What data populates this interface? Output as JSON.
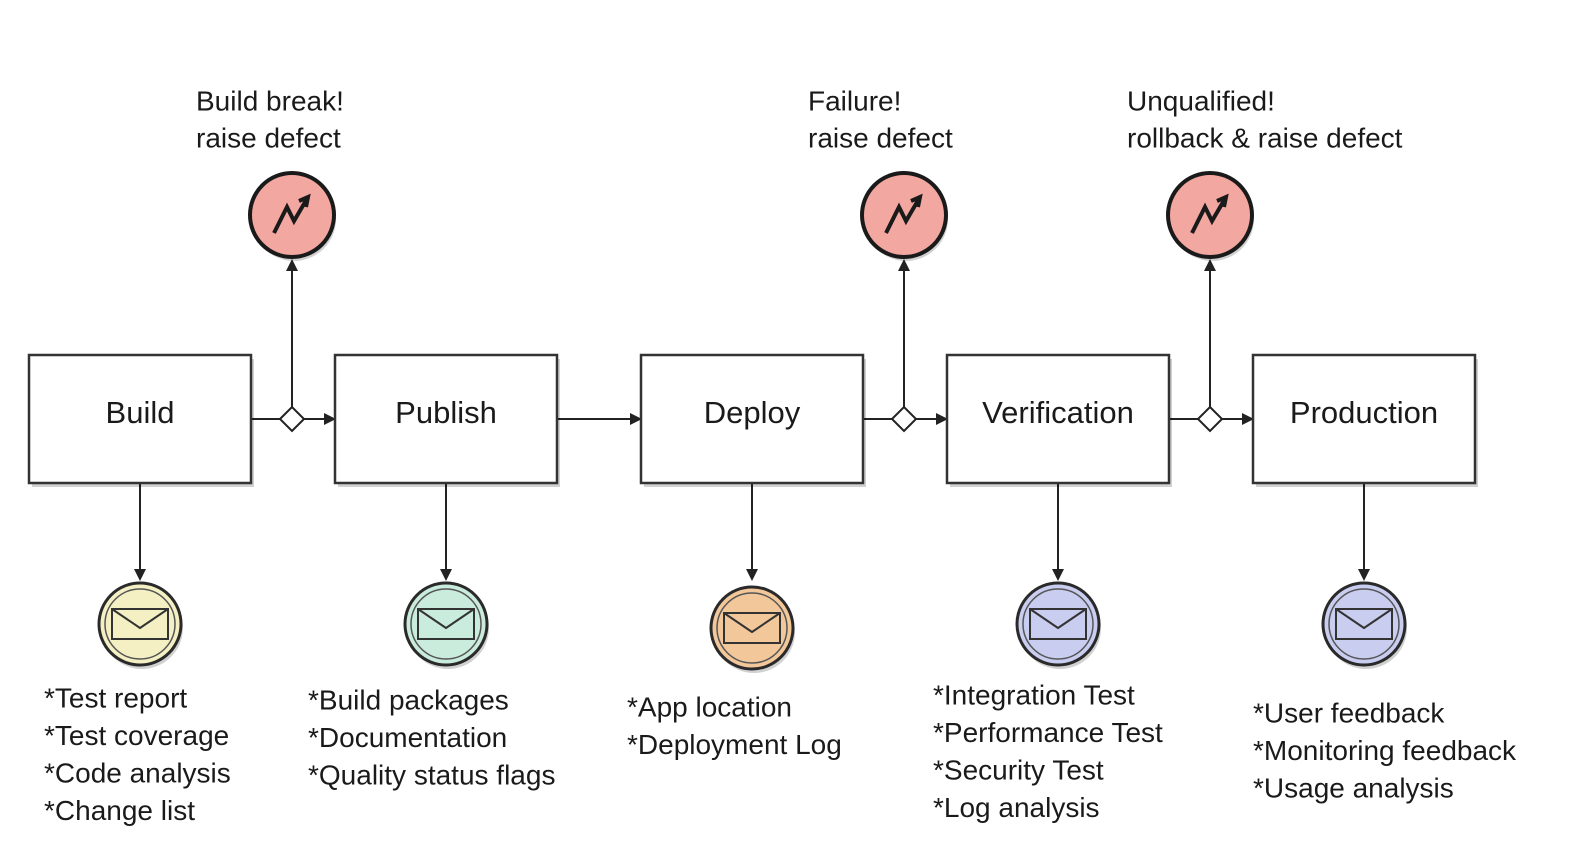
{
  "stages": [
    {
      "label": "Build",
      "artifacts": [
        "*Test report",
        "*Test coverage",
        "*Code analysis",
        "*Change list"
      ],
      "mail_color": "#f4f0c4"
    },
    {
      "label": "Publish",
      "artifacts": [
        "*Build packages",
        "*Documentation",
        "*Quality status flags"
      ],
      "mail_color": "#c9ecdc"
    },
    {
      "label": "Deploy",
      "artifacts": [
        "*App location",
        "*Deployment Log"
      ],
      "mail_color": "#f2c89b"
    },
    {
      "label": "Verification",
      "artifacts": [
        "*Integration Test",
        "*Performance Test",
        "*Security Test",
        "*Log analysis"
      ],
      "mail_color": "#c9cdf0"
    },
    {
      "label": "Production",
      "artifacts": [
        "*User feedback",
        "*Monitoring feedback",
        "*Usage analysis"
      ],
      "mail_color": "#c9cdf0"
    }
  ],
  "defects": [
    {
      "line1": "Build break!",
      "line2": "raise defect"
    },
    {
      "line1": "Failure!",
      "line2": "raise defect"
    },
    {
      "line1": "Unqualified!",
      "line2": "rollback & raise defect"
    }
  ],
  "colors": {
    "defect_fill": "#f3a7a1",
    "box_stroke": "#333333"
  },
  "icons": {
    "defect": "lightning-bolt-icon",
    "artifact": "envelope-icon"
  }
}
